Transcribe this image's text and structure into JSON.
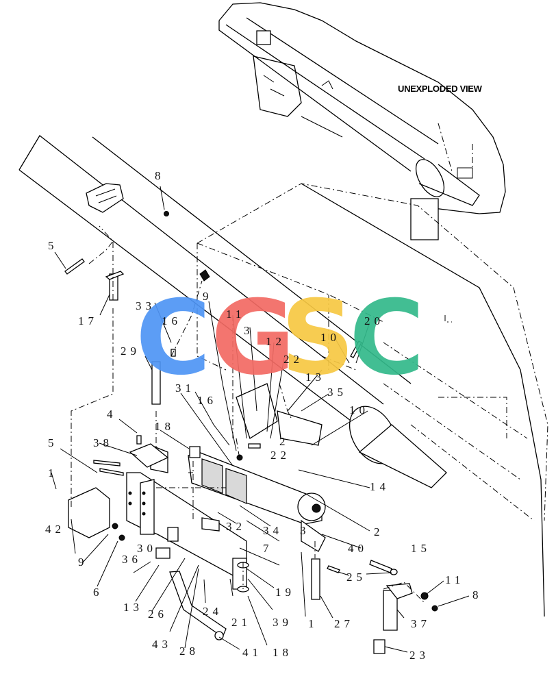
{
  "view_label": "UNEXPLODED VIEW",
  "watermark": {
    "letters": [
      "C",
      "G",
      "S",
      "C"
    ],
    "colors": [
      "#4f95f5",
      "#f26a63",
      "#f7c843",
      "#32b98a"
    ]
  },
  "callouts": {
    "c1a": "1",
    "c1b": "1",
    "c2a": "2",
    "c2b": "2",
    "c3a": "3",
    "c3b": "3",
    "c4": "4",
    "c5a": "5",
    "c5b": "5",
    "c6": "6",
    "c7": "7",
    "c8a": "8",
    "c8b": "8",
    "c9a": "9",
    "c9b": "9",
    "c10a": "10",
    "c10b": "10",
    "c11a": "11",
    "c11b": "11",
    "c12": "12",
    "c13a": "13",
    "c13b": "13",
    "c14": "14",
    "c15": "15",
    "c16a": "16",
    "c16b": "16",
    "c17": "17",
    "c18a": "18",
    "c18b": "18",
    "c19": "19",
    "c20": "20",
    "c21": "21",
    "c22a": "22",
    "c22b": "22",
    "c23": "23",
    "c24": "24",
    "c25": "25",
    "c26": "26",
    "c27": "27",
    "c28": "28",
    "c29": "29",
    "c30": "30",
    "c31": "31",
    "c32": "32",
    "c33": "33",
    "c34": "34",
    "c35": "35",
    "c36": "36",
    "c37": "37",
    "c38": "38",
    "c39": "39",
    "c40": "40",
    "c41": "41",
    "c42": "42",
    "c43": "43"
  }
}
